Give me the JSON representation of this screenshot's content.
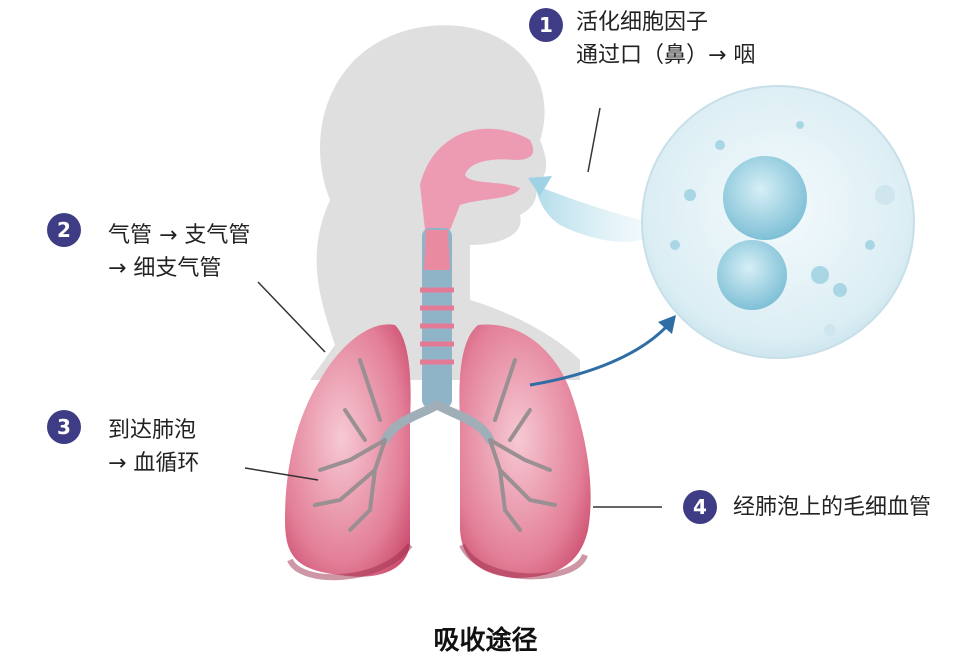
{
  "steps": [
    {
      "number": "1",
      "line1": "活化细胞因子",
      "line2": "通过口（鼻）→ 咽"
    },
    {
      "number": "2",
      "line1": "气管 → 支气管",
      "line2": "→ 细支气管"
    },
    {
      "number": "3",
      "line1": "到达肺泡",
      "line2": "→ 血循环"
    },
    {
      "number": "4",
      "line1": "经肺泡上的毛细血管"
    }
  ],
  "caption": "吸收途径",
  "colors": {
    "badge": "#3f3c86",
    "lung": "#e0607e",
    "trachea": "#8fb4c8",
    "head_silhouette": "#d9d9d9",
    "cell_blue": "#86c8dc",
    "arrow_blue": "#2f6ea5"
  }
}
